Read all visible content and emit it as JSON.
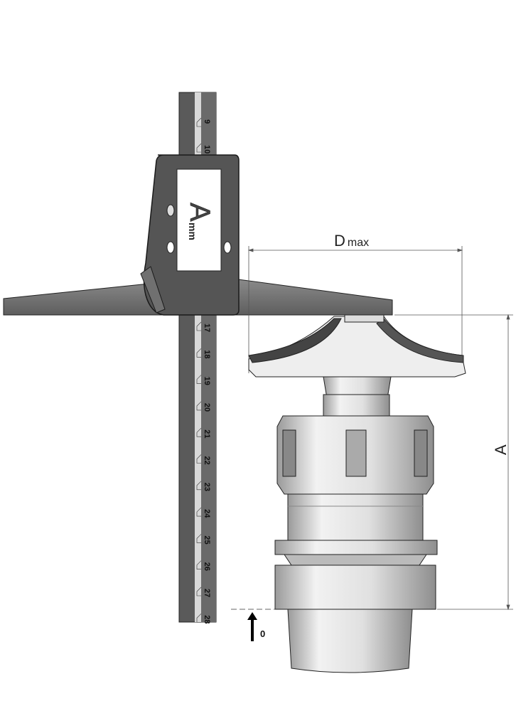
{
  "gauge": {
    "scale_upper": [
      "9",
      "10"
    ],
    "scale_lower": [
      "17",
      "18",
      "19",
      "20",
      "21",
      "22",
      "23",
      "24",
      "25",
      "26",
      "27",
      "28"
    ],
    "display_symbol": "A",
    "display_unit": "mm"
  },
  "dimensions": {
    "diameter_label": "D",
    "diameter_sub": "max",
    "height_label": "A",
    "zero_label": "0"
  },
  "colors": {
    "gauge_dark": "#5a5a5a",
    "scale_light": "#d8d8d8",
    "tool_light": "#e4e4e4",
    "tool_shade": "#9a9a9a"
  }
}
